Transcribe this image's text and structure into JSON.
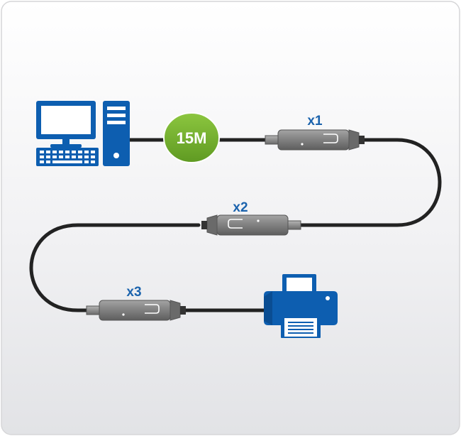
{
  "cable_length_badge": "15M",
  "extender_labels": [
    "x1",
    "x2",
    "x3"
  ],
  "icons": {
    "computer": "desktop-computer-icon",
    "printer": "printer-icon"
  },
  "colors": {
    "icon_blue": "#0d5eb0",
    "badge_green": "#7cb533",
    "label_blue": "#1b63ad",
    "cable": "#222222",
    "connector_gray": "#7a7a7a"
  }
}
